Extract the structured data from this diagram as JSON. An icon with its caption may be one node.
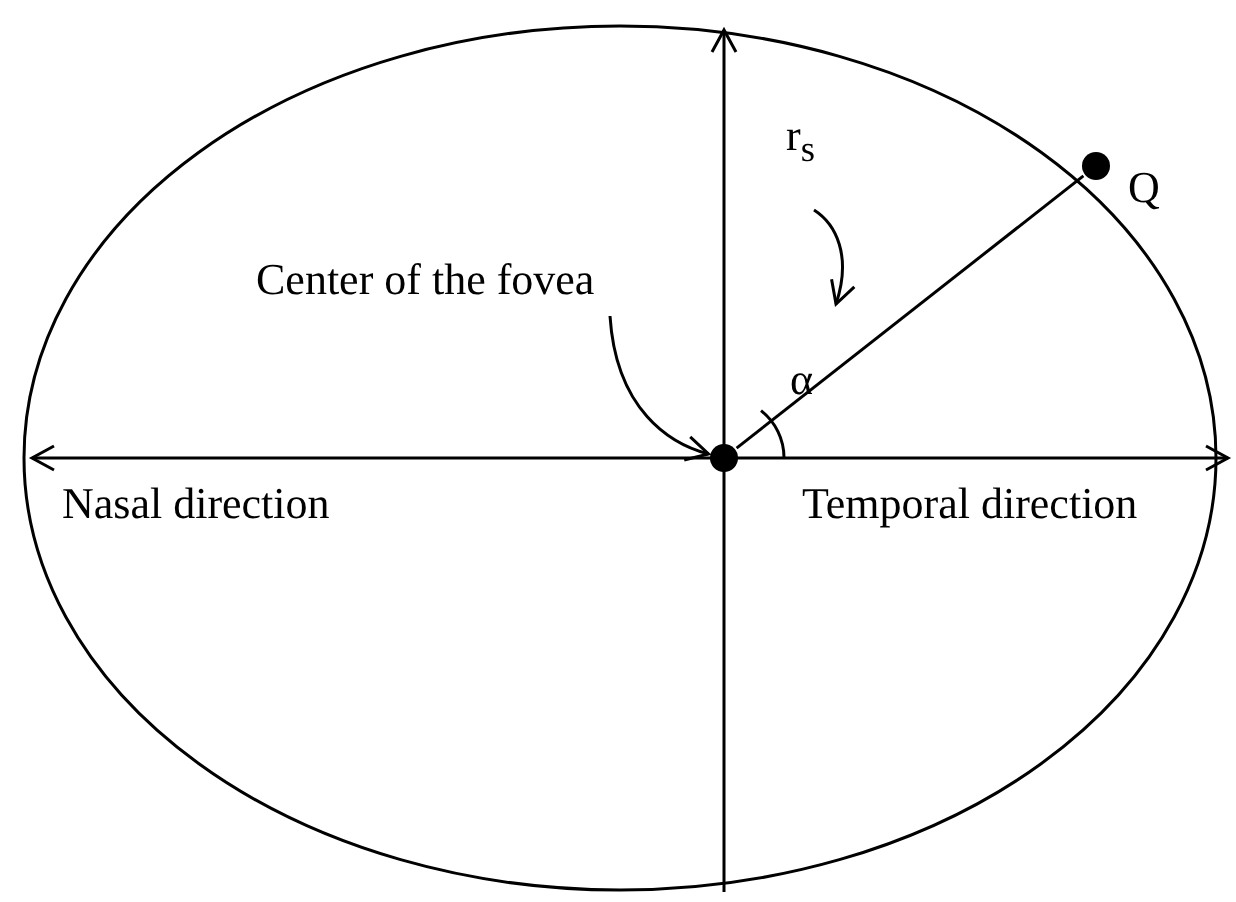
{
  "diagram": {
    "nodes": [
      {
        "text": [
          "Center of the fovea"
        ]
      },
      {
        "text": [],
        "shape": "circle"
      },
      {
        "text": [],
        "shape": "circle",
        "beside": [
          "Q"
        ]
      },
      {
        "text": [
          "r$_{s}$"
        ]
      }
    ],
    "edges": [
      {
        "from": 0,
        "to": 1,
        "arrow": "to"
      },
      {
        "from": 1,
        "to": 2,
        "arrow": "none"
      },
      {
        "from": 3,
        "to": null,
        "arrow": "to"
      }
    ],
    "labels": [
      "α",
      "Nasal direction",
      "Temporal direction"
    ]
  }
}
